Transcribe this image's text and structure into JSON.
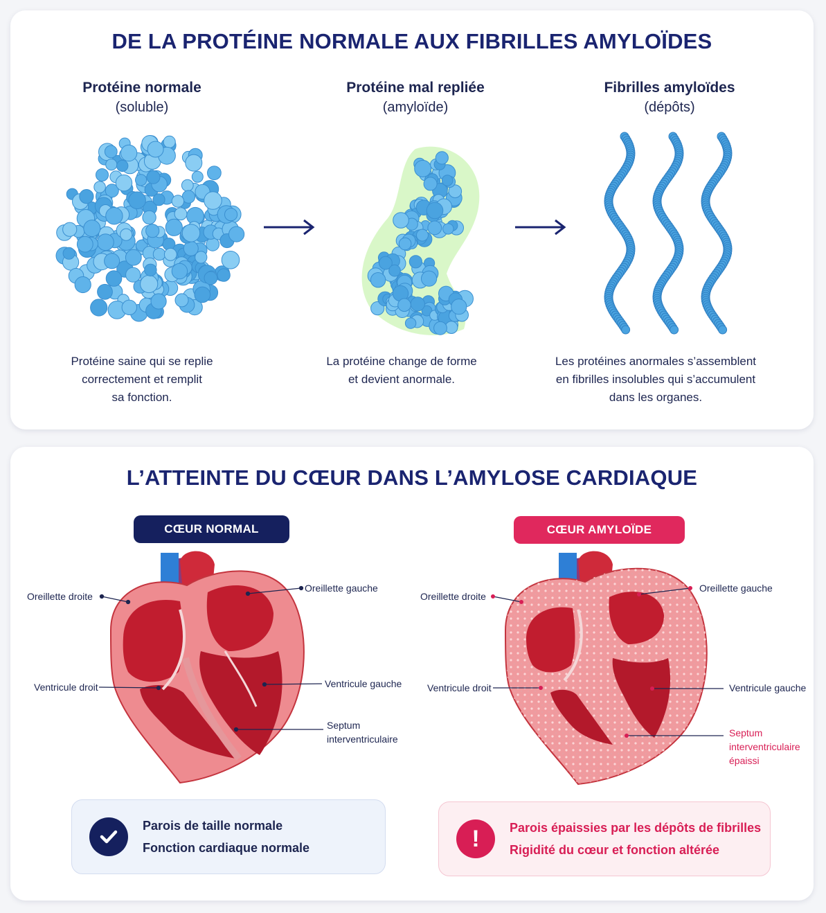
{
  "top": {
    "title": "DE LA PROTÉINE NORMALE AUX FIBRILLES AMYLOÏDES",
    "columns": [
      {
        "heading": "Protéine normale",
        "sub": "(soluble)",
        "desc": [
          "Protéine saine qui se replie",
          "correctement et remplit",
          "sa fonction."
        ]
      },
      {
        "heading": "Protéine mal repliée",
        "sub": "(amyloïde)",
        "desc": [
          "La protéine change de forme",
          "et devient anormale."
        ]
      },
      {
        "heading": "Fibrilles amyloïdes",
        "sub": "(dépôts)",
        "desc": [
          "Les protéines anormales s’assemblent",
          "en fibrilles insolubles qui s’accumulent",
          "dans les organes."
        ]
      }
    ],
    "arrow_icon": "right-arrow-icon"
  },
  "bottom": {
    "title": "L’ATTEINTE DU CŒUR DANS L’AMYLOSE CARDIAQUE",
    "normal": {
      "badge": "CŒUR NORMAL",
      "labels": {
        "oreillette_droite": "Oreillette droite",
        "oreillette_gauche": "Oreillette gauche",
        "ventricule_droit": "Ventricule droit",
        "ventricule_gauche": "Ventricule gauche",
        "septum_1": "Septum",
        "septum_2": "interventriculaire"
      },
      "summary": [
        "Parois de taille normale",
        "Fonction cardiaque normale"
      ],
      "icon": "check-icon"
    },
    "amyloid": {
      "badge": "CŒUR AMYLOÏDE",
      "labels": {
        "oreillette_droite": "Oreillette droite",
        "oreillette_gauche": "Oreillette gauche",
        "ventricule_droit": "Ventricule droit",
        "ventricule_gauche": "Ventricule gauche",
        "septum_1": "Septum",
        "septum_2": "interventriculaire",
        "septum_3": "épaissi"
      },
      "summary": [
        "Parois épaissies par les dépôts de fibrilles",
        "Rigidité du cœur et fonction altérée"
      ],
      "icon": "exclamation-icon",
      "icon_glyph": "!"
    }
  },
  "colors": {
    "navy": "#1a2470",
    "pink": "#d81e55",
    "protein_blue": "#5fb3ea",
    "misfold_glow": "#7be04a",
    "heart_red": "#c61f33",
    "heart_wall": "#ef8a8f"
  }
}
